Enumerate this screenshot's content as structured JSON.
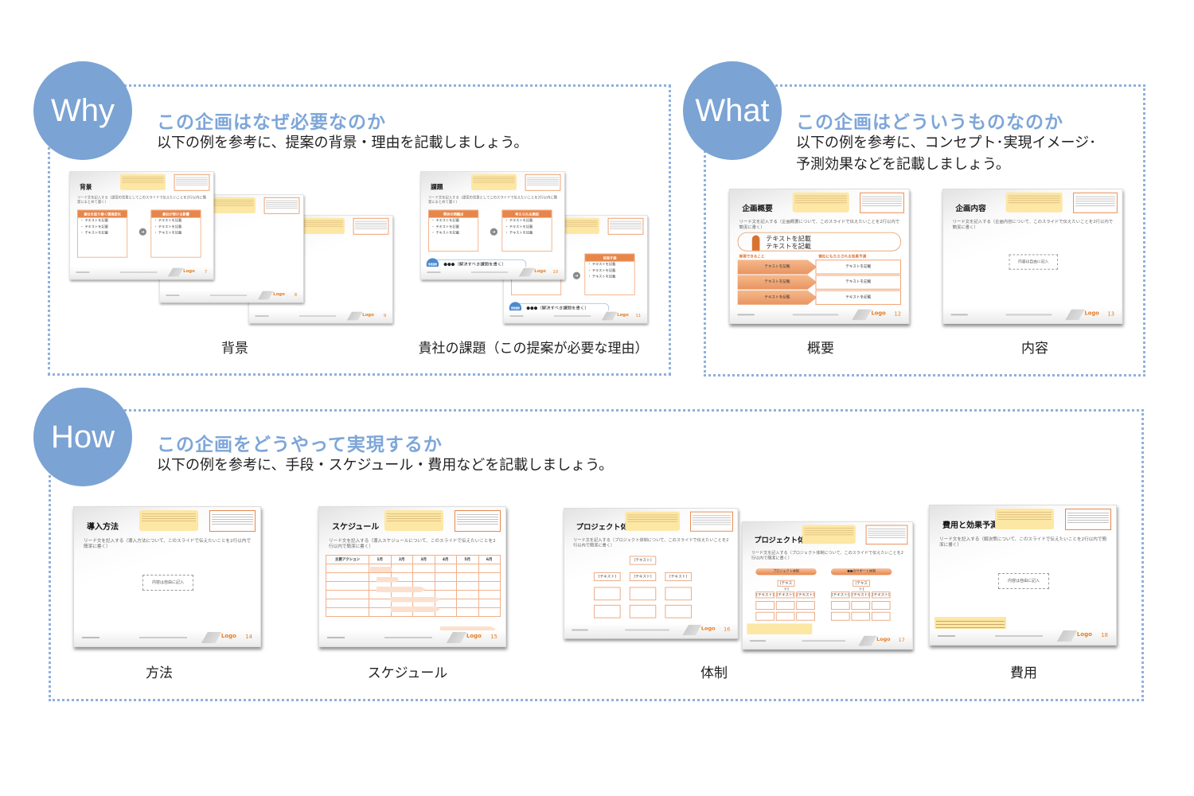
{
  "colors": {
    "accent_blue": "#7ba3d4",
    "heading_blue": "#7ea6d8",
    "slide_orange": "#e8864a",
    "note_yellow": "#fde7a4"
  },
  "sections": {
    "why": {
      "label": "Why",
      "heading": "この企画はなぜ必要なのか",
      "description": [
        "以下の例を参考に、提案の背景・理由を記載しましょう。"
      ]
    },
    "what": {
      "label": "What",
      "heading": "この企画はどういうものなのか",
      "description": [
        "以下の例を参考に、コンセプト･実現イメージ･",
        "予測効果などを記載しましょう。"
      ]
    },
    "how": {
      "label": "How",
      "heading": "この企画をどうやって実現するか",
      "description": [
        "以下の例を参考に、手段・スケジュール・費用などを記載しましょう。"
      ]
    }
  },
  "captions": {
    "haikei": "背景",
    "kadai": "貴社の課題（この提案が必要な理由）",
    "gaiyo": "概要",
    "naiyo": "内容",
    "hoho": "方法",
    "schedule": "スケジュール",
    "taisei": "体制",
    "hiyo": "費用"
  },
  "common": {
    "bullet": "テキストを記載",
    "free_box": "内容は自由に記入",
    "logo": "Logo",
    "issue": "●●●（解決すべき課題を書く）",
    "issue_badge": "重要課題"
  },
  "slides": [
    {
      "id": "haikei-3",
      "type": "blank",
      "title": "",
      "lead": "",
      "page": "9"
    },
    {
      "id": "haikei-2",
      "type": "blank",
      "title": "",
      "lead": "",
      "page": "8"
    },
    {
      "id": "haikei-1",
      "type": "twocol",
      "title": "背景",
      "lead": "リード文を記入する（提案の背景としてこのスライドで伝えたいことを2行以内に簡潔にまとめて書く）",
      "cols": [
        "貴社を取り巻く環境変化",
        "貴社が受ける影響"
      ],
      "page": "7"
    },
    {
      "id": "kadai-2",
      "type": "twocol-issue",
      "title": "",
      "lead": "",
      "cols": [
        "",
        "目指す姿"
      ],
      "page": "11"
    },
    {
      "id": "kadai-1",
      "type": "twocol-issue",
      "title": "課題",
      "lead": "リード文を記入する（提案の背景としてこのスライドで伝えたいことを2行以内に簡潔にまとめて書く）",
      "cols": [
        "現状の問題点",
        "考えられる原因"
      ],
      "page": "10"
    },
    {
      "id": "gaiyo",
      "type": "overview",
      "title": "企画概要",
      "lead": "リード文を記入する（企画概要について、このスライドで伝えたいことを2行以内で簡潔に書く）",
      "labels": [
        "実現できること",
        "御社にもたらされる効果予測"
      ],
      "page": "12"
    },
    {
      "id": "naiyo",
      "type": "free",
      "title": "企画内容",
      "lead": "リード文を記入する（企画内容について、このスライドで伝えたいことを2行以内で簡潔に書く）",
      "page": "13"
    },
    {
      "id": "hoho",
      "type": "free",
      "title": "導入方法",
      "lead": "リード文を記入する（導入方法について、このスライドで伝えたいことを2行以内で簡潔に書く）",
      "page": "14"
    },
    {
      "id": "schedule",
      "type": "schedule",
      "title": "スケジュール",
      "lead": "リード文を記入する（導入スケジュールについて、このスライドで伝えたいことを2行以内で簡潔に書く）",
      "columns": [
        "主要アクション",
        "1月",
        "2月",
        "3月",
        "4月",
        "5月",
        "6月"
      ],
      "page": "15"
    },
    {
      "id": "taisei-1",
      "type": "org",
      "title": "プロジェクト体制",
      "lead": "リード文を記入する（プロジェクト体制について、このスライドで伝えたいことを2行以内で簡潔に書く）",
      "node": "[テキスト]",
      "page": "16"
    },
    {
      "id": "taisei-2",
      "type": "org2",
      "title": "プロジェクト体制",
      "lead": "リード文を記入する（プロジェクト体制について、このスライドで伝えたいことを2行以内で簡潔に書く）",
      "tags": [
        "プロジェクト体制",
        "●●のサポート体制"
      ],
      "node": "[テキスト]",
      "page": "17"
    },
    {
      "id": "hiyo",
      "type": "free-note",
      "title": "費用と効果予測",
      "lead": "リード文を記入する（解決策について、このスライドで伝えたいことを2行以内で簡潔に書く）",
      "page": "18"
    }
  ]
}
